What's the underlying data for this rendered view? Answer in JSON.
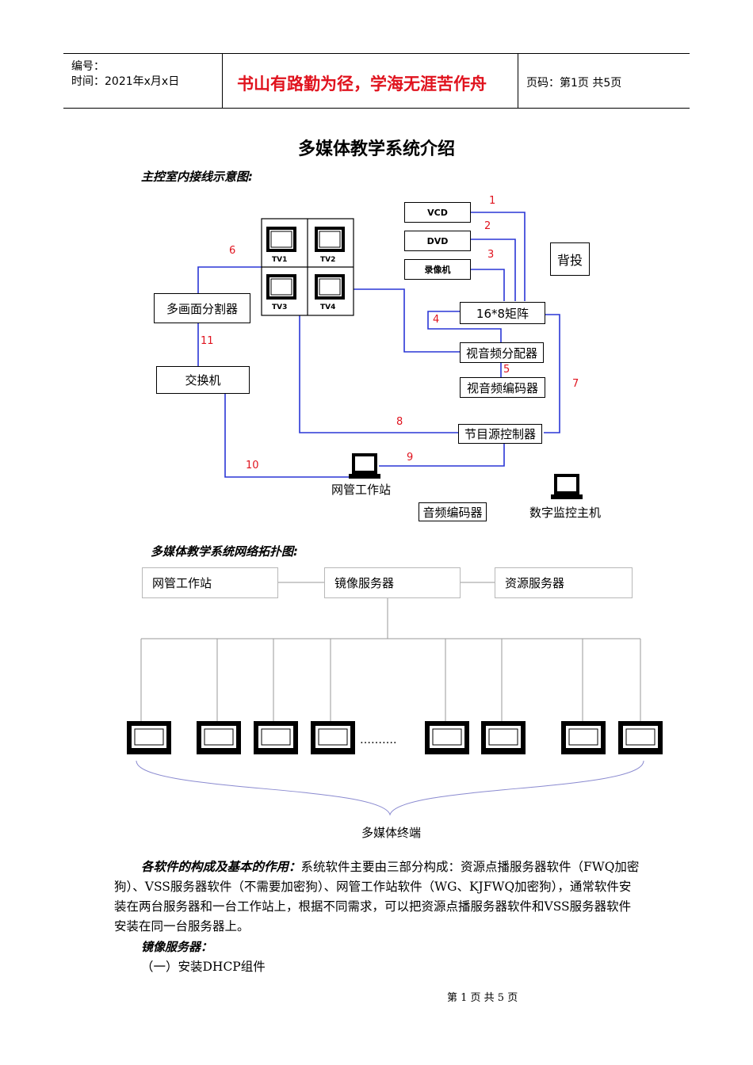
{
  "header": {
    "number_label": "编号：",
    "time_label": "时间：2021年x月x日",
    "motto": "书山有路勤为径，学海无涯苦作舟",
    "page_info": "页码：第1页  共5页"
  },
  "doc_title": "多媒体教学系统介绍",
  "wiring": {
    "caption": "主控室内接线示意图:",
    "devices": {
      "vcd": "VCD",
      "dvd": "DVD",
      "recorder": "录像机",
      "backproj": "背投",
      "matrix": "16*8矩阵",
      "splitter": "多画面分割器",
      "switch": "交换机",
      "av_distributor": "视音频分配器",
      "av_encoder": "视音频编码器",
      "program_controller": "节目源控制器",
      "nms_workstation": "网管工作站",
      "audio_encoder": "音频编码器",
      "digital_monitor_host": "数字监控主机"
    },
    "tv_labels": [
      "TV1",
      "TV2",
      "TV3",
      "TV4"
    ],
    "line_numbers": [
      "1",
      "2",
      "3",
      "4",
      "5",
      "6",
      "7",
      "8",
      "9",
      "10",
      "11"
    ]
  },
  "topology": {
    "caption": "多媒体教学系统网络拓扑图:",
    "servers": [
      "网管工作站",
      "镜像服务器",
      "资源服务器"
    ],
    "ellipsis": "……….",
    "terminals_label": "多媒体终端"
  },
  "body": {
    "lead_bold": "各软件的构成及基本的作用：",
    "paragraph": "系统软件主要由三部分构成：资源点播服务器软件（FWQ加密狗）、VSS服务器软件（不需要加密狗）、网管工作站软件（WG、KJFWQ加密狗），通常软件安装在两台服务器和一台工作站上，根据不同需求，可以把资源点播服务器软件和VSS服务器软件安装在同一台服务器上。",
    "mirror_heading": "镜像服务器：",
    "step1": "（一）安装DHCP组件"
  },
  "footer": "第 1 页 共 5 页",
  "colors": {
    "wire": "#2a36d6",
    "red": "#e0131e"
  }
}
